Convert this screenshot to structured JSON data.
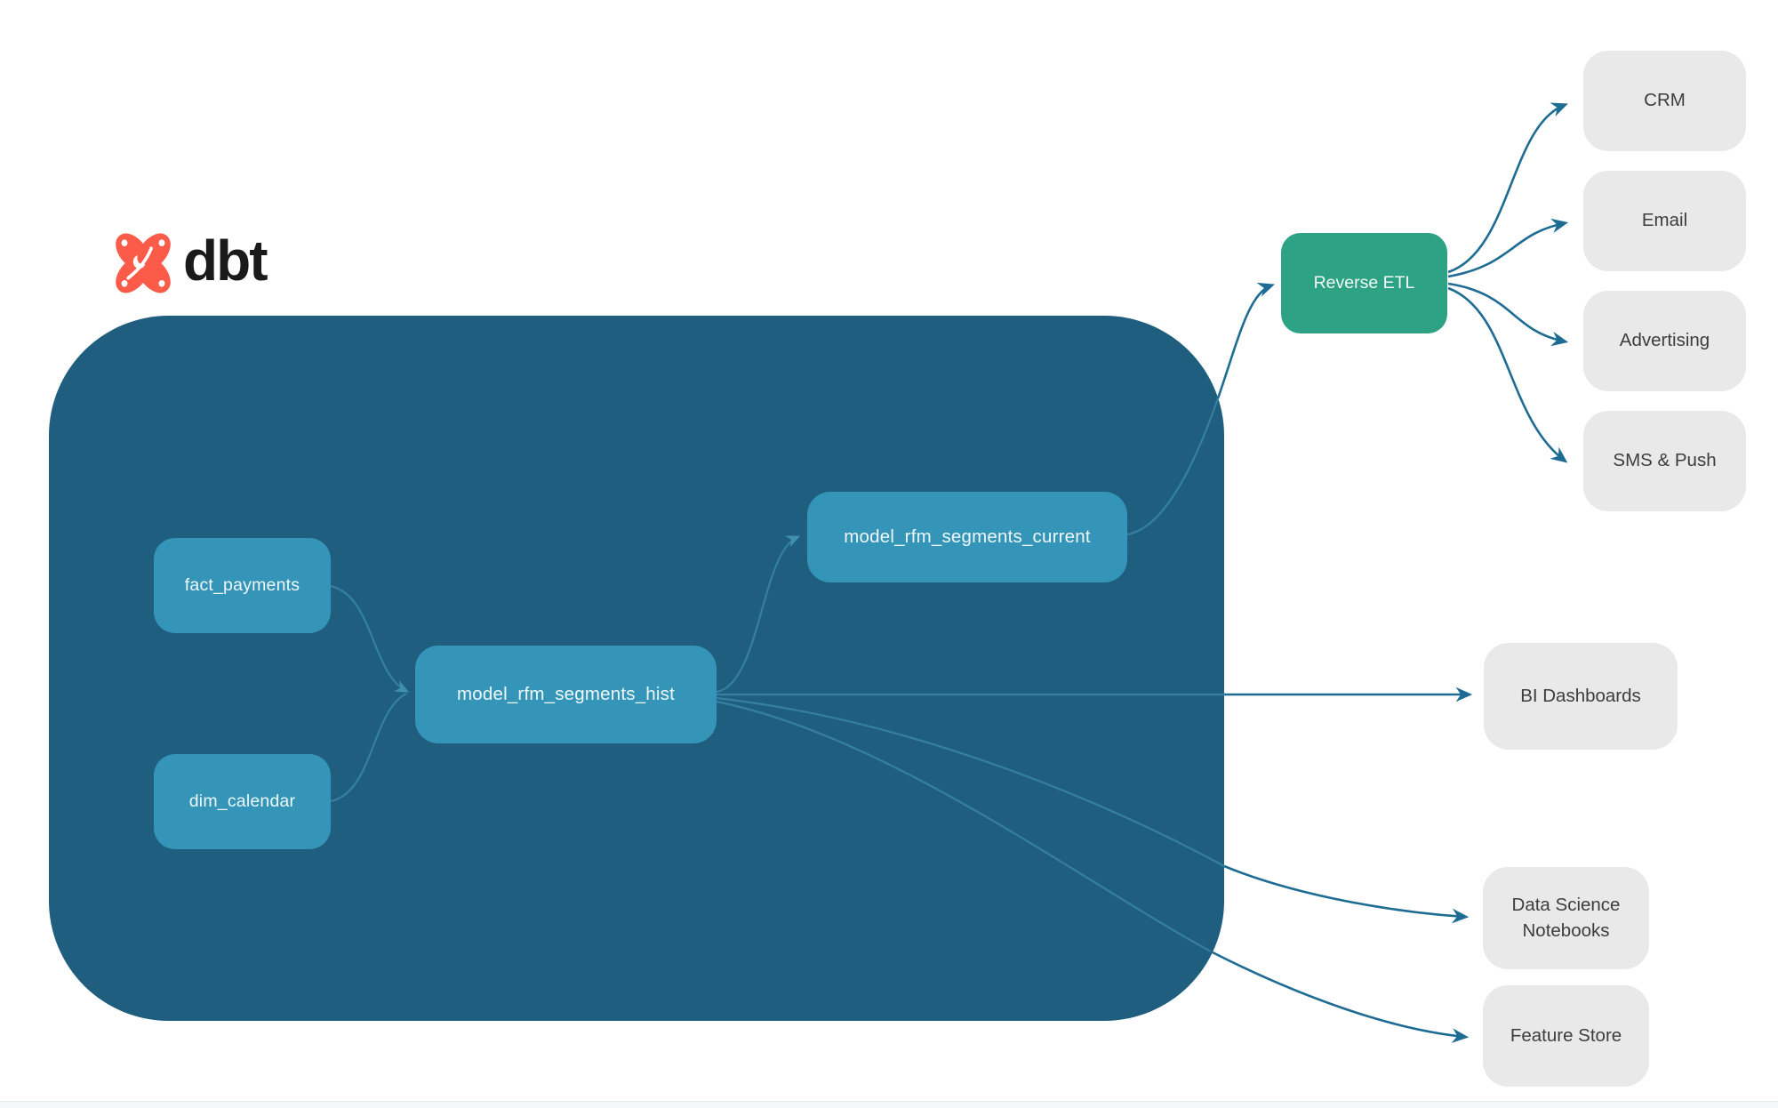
{
  "logo": {
    "text": "dbt",
    "icon": "dbt-star-icon"
  },
  "nodes": {
    "fact": {
      "label": "fact_payments"
    },
    "dim": {
      "label": "dim_calendar"
    },
    "hist": {
      "label": "model_rfm_segments_hist"
    },
    "current": {
      "label": "model_rfm_segments_current"
    },
    "reverse": {
      "label": "Reverse ETL"
    },
    "crm": {
      "label": "CRM"
    },
    "email": {
      "label": "Email"
    },
    "advertising": {
      "label": "Advertising"
    },
    "sms": {
      "label": "SMS & Push"
    },
    "bi": {
      "label": "BI Dashboards"
    },
    "ds": {
      "label": "Data Science Notebooks"
    },
    "fs": {
      "label": "Feature Store"
    }
  },
  "edges": [
    {
      "from": "fact_payments",
      "to": "model_rfm_segments_hist"
    },
    {
      "from": "dim_calendar",
      "to": "model_rfm_segments_hist"
    },
    {
      "from": "model_rfm_segments_hist",
      "to": "model_rfm_segments_current"
    },
    {
      "from": "model_rfm_segments_current",
      "to": "Reverse ETL"
    },
    {
      "from": "model_rfm_segments_hist",
      "to": "BI Dashboards"
    },
    {
      "from": "model_rfm_segments_hist",
      "to": "Data Science Notebooks"
    },
    {
      "from": "model_rfm_segments_hist",
      "to": "Feature Store"
    },
    {
      "from": "Reverse ETL",
      "to": "CRM"
    },
    {
      "from": "Reverse ETL",
      "to": "Email"
    },
    {
      "from": "Reverse ETL",
      "to": "Advertising"
    },
    {
      "from": "Reverse ETL",
      "to": "SMS & Push"
    }
  ],
  "colors": {
    "warehouse_container": "#1f5e7e",
    "model_node": "#3595b8",
    "reverse_etl_node": "#2ea285",
    "destination_node": "#e9e9e9",
    "edge_inside": "#35809f",
    "edge_outside": "#1e6b93",
    "logo_orange": "#fb5b48",
    "logo_text": "#1a1a1a",
    "destination_text": "#3d3d3d"
  }
}
